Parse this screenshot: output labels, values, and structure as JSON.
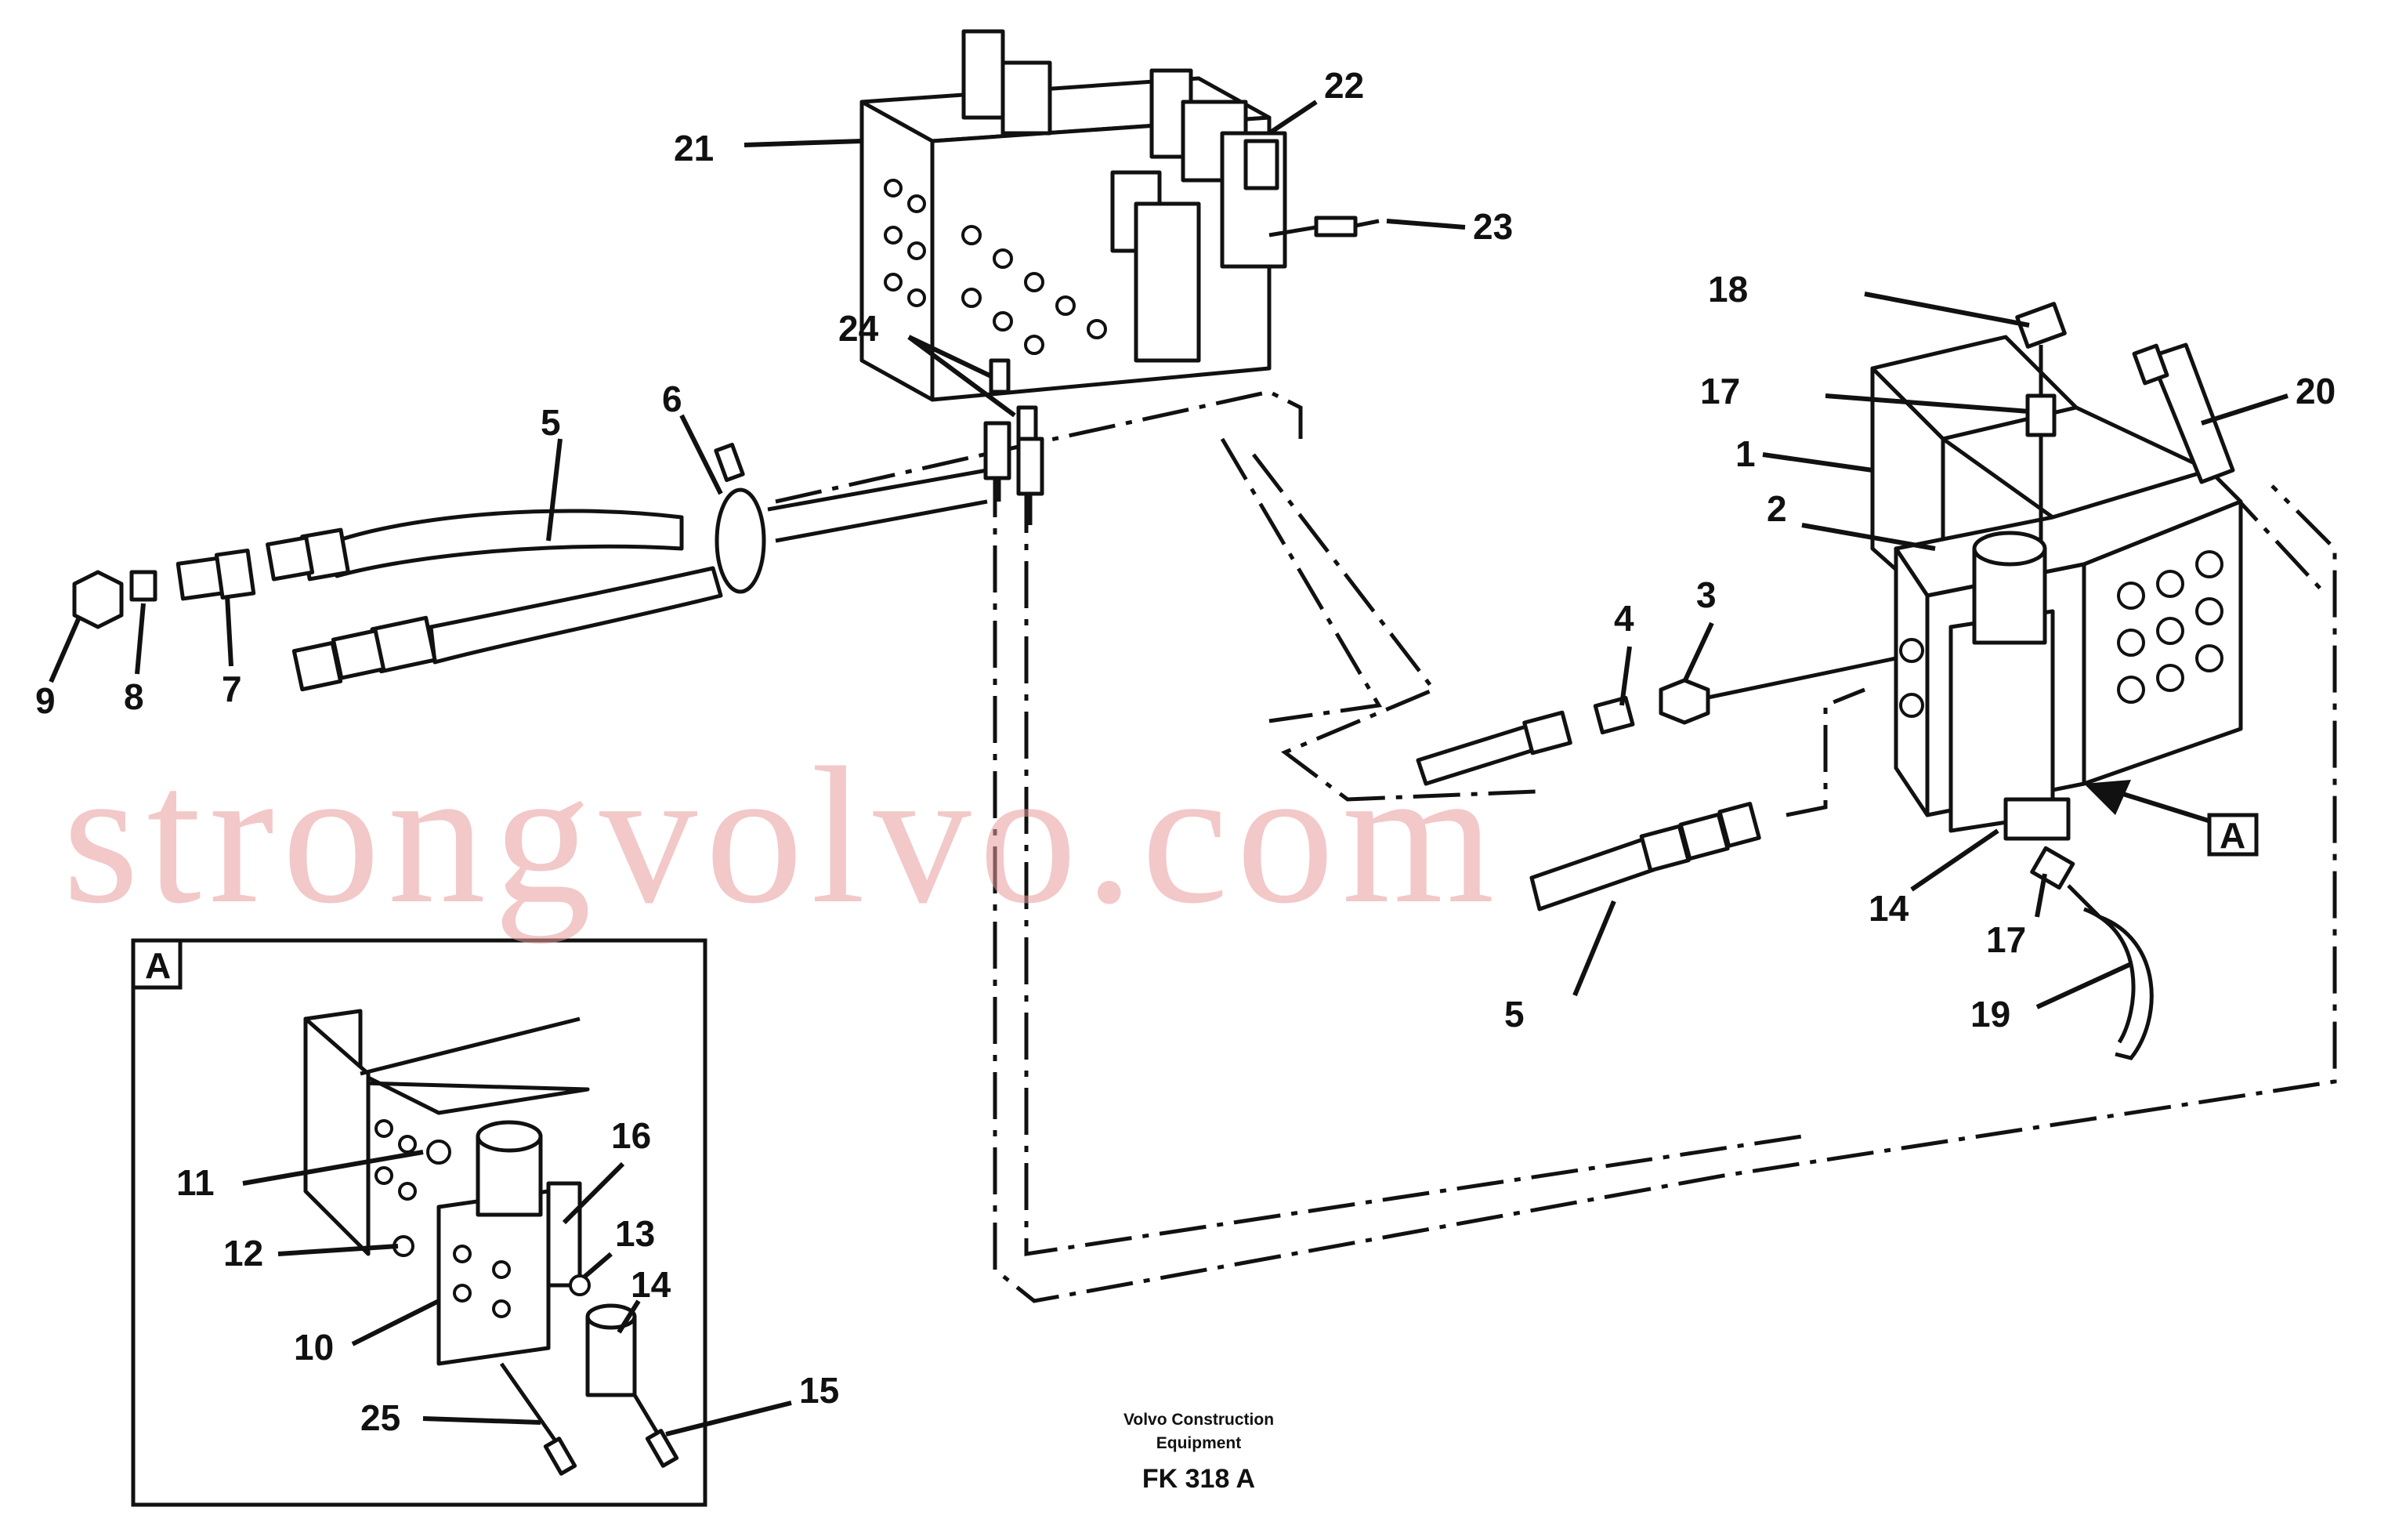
{
  "labels": {
    "l1": "1",
    "l2": "2",
    "l3": "3",
    "l4": "4",
    "l5a": "5",
    "l5b": "5",
    "l6": "6",
    "l7": "7",
    "l8": "8",
    "l9": "9",
    "l10": "10",
    "l11": "11",
    "l12": "12",
    "l13": "13",
    "l14a": "14",
    "l14b": "14",
    "l15": "15",
    "l16": "16",
    "l17a": "17",
    "l17b": "17",
    "l18": "18",
    "l19": "19",
    "l20": "20",
    "l21": "21",
    "l22": "22",
    "l23": "23",
    "l24": "24",
    "l25": "25"
  },
  "view_label": "A",
  "detail_tag": "A",
  "watermark": "strongvolvo.com",
  "caption": {
    "line1": "Volvo Construction",
    "line2": "Equipment",
    "code": "FK 318 A"
  }
}
